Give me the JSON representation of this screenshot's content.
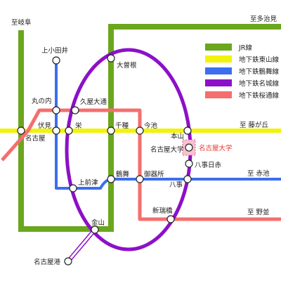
{
  "colors": {
    "jr": "#6aa61e",
    "higashiyama": "#f2f20a",
    "tsurumai": "#3b6ef0",
    "meijo": "#8c10c8",
    "sakuradori": "#f56e6e",
    "highlight": "#e63a2e"
  },
  "legend": {
    "jr": "JR線",
    "higashiyama": "地下鉄東山線",
    "tsurumai": "地下鉄鶴舞線",
    "meijo": "地下鉄名城線",
    "sakuradori": "地下鉄桜通線"
  },
  "stations": {
    "kamiotai": "上小田井",
    "ozone": "大曽根",
    "marunouchi": "丸の内",
    "hisaya_odori": "久屋大通",
    "fushimi": "伏見",
    "sakae": "栄",
    "chikusa": "千種",
    "imaike": "今池",
    "motoyama": "本山",
    "nagoya": "名古屋",
    "nagoya_daigaku": "名古屋大学",
    "yagoto_nisseki": "八事日赤",
    "kamimaezu": "上前津",
    "tsurumai": "鶴舞",
    "gokiso": "御器所",
    "yagoto": "八事",
    "aratama_bashi": "新瑞橋",
    "kanayama": "金山",
    "nagoya_ko": "名古屋港"
  },
  "destinations": {
    "gifu": "至岐阜",
    "tajimi": "至多治見",
    "fujigaoka": "至 藤が丘",
    "akaike": "至 赤池",
    "nonami": "至 野並"
  },
  "highlight_label": "名古屋大学"
}
